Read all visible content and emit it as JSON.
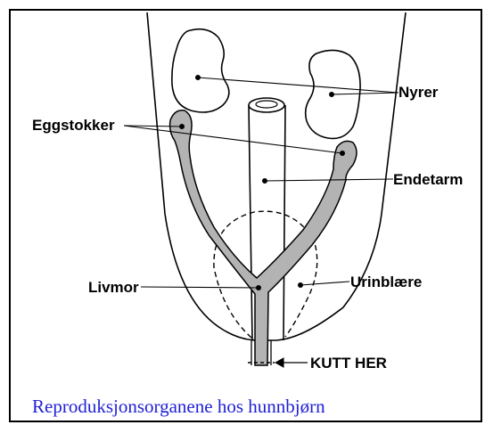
{
  "labels": {
    "nyrer": "Nyrer",
    "eggstokker": "Eggstokker",
    "endetarm": "Endetarm",
    "livmor": "Livmor",
    "urinblaere": "Urinblære",
    "kutt_her": "KUTT HER"
  },
  "caption": "Reproduksjonsorganene hos hunnbjørn",
  "colors": {
    "organ_fill": "#b3b3b3",
    "caption": "#1f1fd6"
  }
}
